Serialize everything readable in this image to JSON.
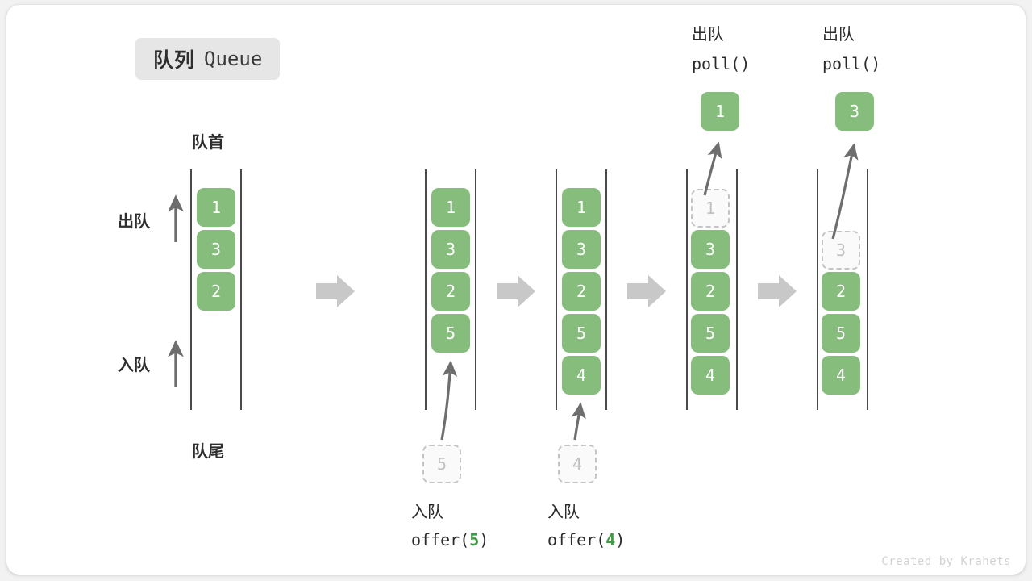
{
  "title": {
    "cn": "队列",
    "en": "Queue"
  },
  "labels": {
    "front": "队首",
    "rear": "队尾",
    "dequeue": "出队",
    "enqueue": "入队"
  },
  "watermark": "Created by Krahets",
  "colors": {
    "element": "#86bd7c",
    "ghost_border": "#c4c4c4",
    "ghost_text": "#c0c0c0",
    "rail": "#4a4a4a",
    "arrow": "#6e6e6e",
    "step_arrow": "#c8c8c8",
    "accent_arg": "#3f9b43",
    "chip_bg": "#e6e6e6"
  },
  "columns": [
    {
      "id": "initial",
      "items": [
        "1",
        "3",
        "2"
      ],
      "ghost": null,
      "output": null,
      "caption_cn": null,
      "caption_code": null
    },
    {
      "id": "offer-5",
      "items": [
        "1",
        "3",
        "2",
        "5"
      ],
      "ghost": {
        "value": "5",
        "slot": "below"
      },
      "output": null,
      "caption_cn": "入队",
      "caption_code": "offer(",
      "caption_arg": "5",
      "caption_code_end": ")"
    },
    {
      "id": "offer-4",
      "items": [
        "1",
        "3",
        "2",
        "5",
        "4"
      ],
      "ghost": {
        "value": "4",
        "slot": "below"
      },
      "output": null,
      "caption_cn": "入队",
      "caption_code": "offer(",
      "caption_arg": "4",
      "caption_code_end": ")"
    },
    {
      "id": "poll-1",
      "items": [
        "3",
        "2",
        "5",
        "4"
      ],
      "ghost": {
        "value": "1",
        "slot": 0
      },
      "output": {
        "value": "1",
        "header_cn": "出队",
        "header_code": "poll()"
      }
    },
    {
      "id": "poll-3",
      "items": [
        "2",
        "5",
        "4"
      ],
      "ghost": {
        "value": "3",
        "slot": 1
      },
      "output": {
        "value": "3",
        "header_cn": "出队",
        "header_code": "poll()"
      }
    }
  ],
  "chart_data": {
    "type": "diagram",
    "title": "队列 Queue",
    "description": "Queue operations: offer(5), offer(4), poll(), poll()",
    "states": [
      {
        "step": 0,
        "queue": [
          "1",
          "3",
          "2"
        ],
        "op": null,
        "returned": null
      },
      {
        "step": 1,
        "queue": [
          "1",
          "3",
          "2",
          "5"
        ],
        "op": "offer(5)",
        "returned": null
      },
      {
        "step": 2,
        "queue": [
          "1",
          "3",
          "2",
          "5",
          "4"
        ],
        "op": "offer(4)",
        "returned": null
      },
      {
        "step": 3,
        "queue": [
          "3",
          "2",
          "5",
          "4"
        ],
        "op": "poll()",
        "returned": "1"
      },
      {
        "step": 4,
        "queue": [
          "2",
          "5",
          "4"
        ],
        "op": "poll()",
        "returned": "3"
      }
    ]
  }
}
